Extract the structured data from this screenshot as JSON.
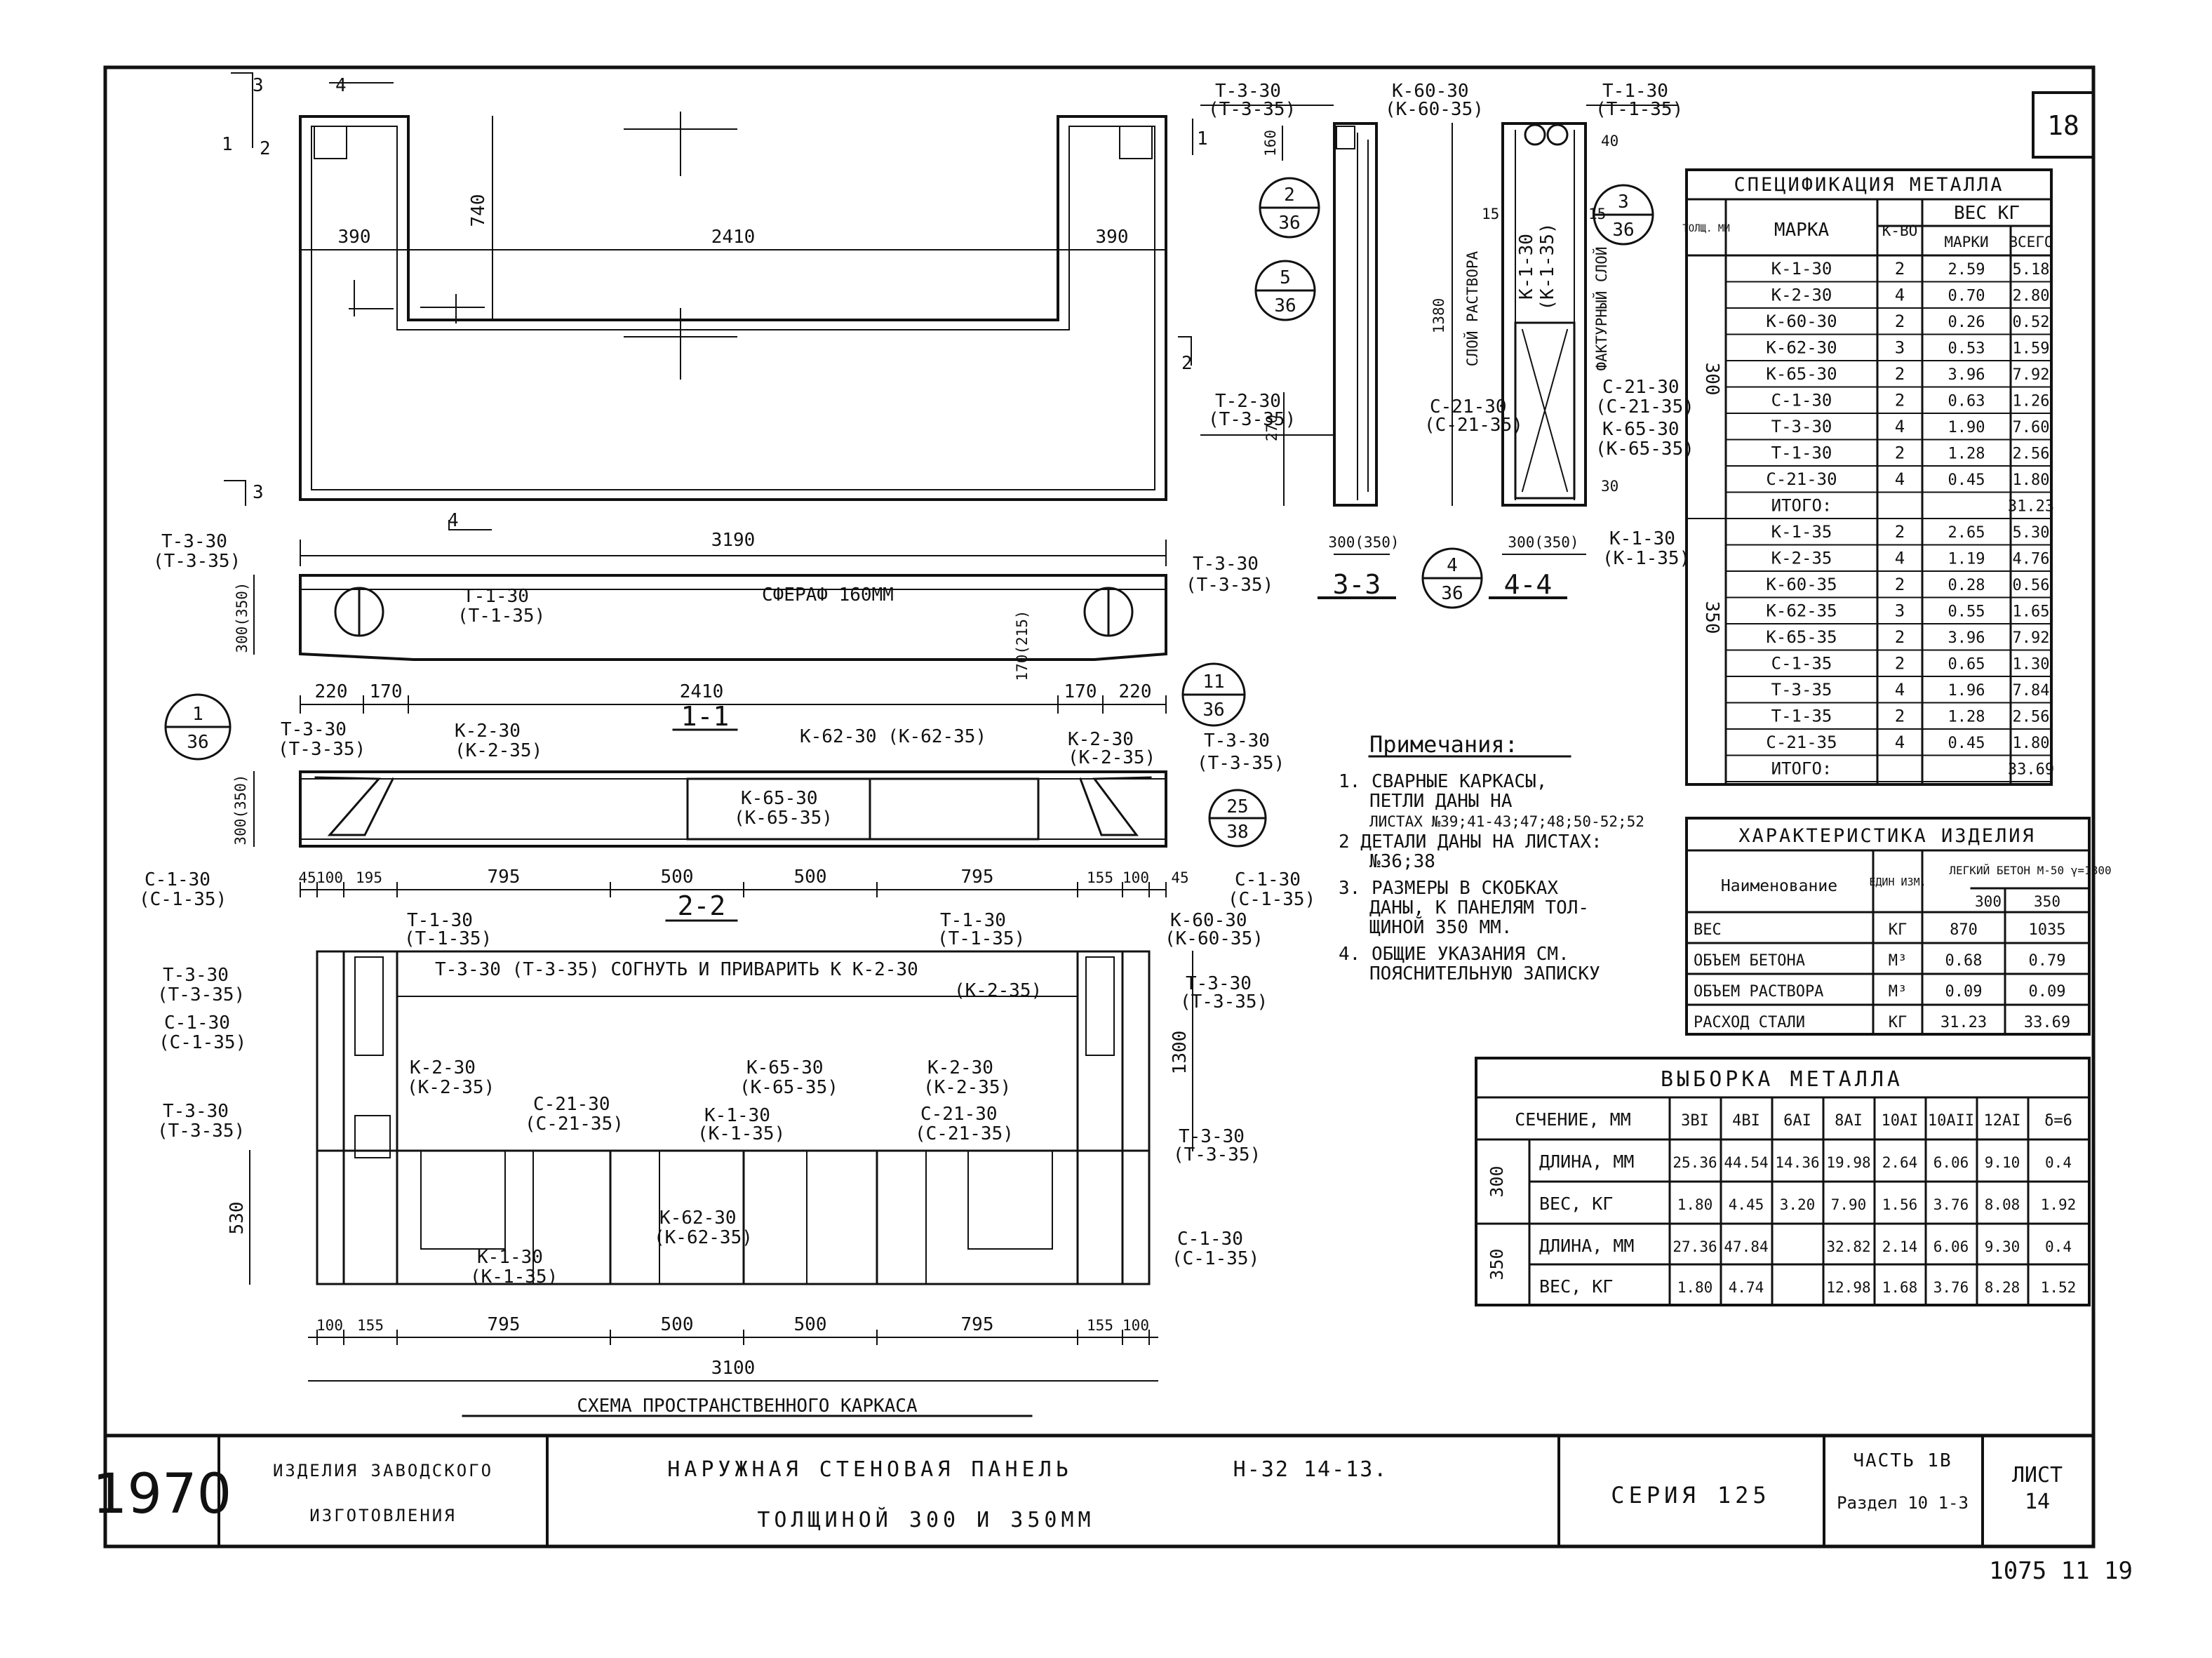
{
  "sheet": {
    "sheet_no": "18",
    "doc_code": "1075 11 19"
  },
  "title_block": {
    "year": "1970",
    "category_line1": "ИЗДЕЛИЯ ЗАВОДСКОГО",
    "category_line2": "ИЗГОТОВЛЕНИЯ",
    "title_line1": "НАРУЖНАЯ СТЕНОВАЯ ПАНЕЛЬ",
    "panel_code": "Н-32 14-13.",
    "title_line2": "ТОЛЩИНОЙ 300 И 350ММ",
    "series": "СЕРИЯ 125",
    "part": "ЧАСТЬ 1В",
    "section": "Раздел 10 1-3",
    "sheet_label": "ЛИСТ",
    "sheet_value": "14"
  },
  "elevation": {
    "dims": [
      "390",
      "2410",
      "390",
      "740",
      "3190"
    ],
    "markers": [
      "1",
      "2",
      "3",
      "4",
      "3",
      "2",
      "1",
      "4"
    ]
  },
  "plan_1_1": {
    "left_tag": "Т-3-30",
    "left_tag_alt": "(Т-3-35)",
    "right_tag": "Т-3-30",
    "right_tag_alt": "(Т-3-35)",
    "mid_tag": "Т-1-30",
    "mid_tag_alt": "(Т-1-35)",
    "sphere_note": "СФЕРАФ 160ММ",
    "height": "300(350)",
    "dims": [
      "220",
      "170",
      "2410",
      "170",
      "220"
    ],
    "section_label": "1-1",
    "callout_left_top": "1",
    "callout_left_bottom": "36",
    "callout_right_top": "11",
    "callout_right_bottom": "36",
    "side_dim": "170(215)"
  },
  "plan_2_2": {
    "tags": [
      "Т-3-30",
      "(Т-3-35)",
      "К-2-30",
      "(К-2-35)",
      "К-62-30 (К-62-35)",
      "К-65-30",
      "(К-65-35)",
      "К-2-30",
      "(К-2-35)",
      "Т-3-30",
      "(Т-3-35)",
      "С-1-30",
      "(С-1-35)",
      "С-1-30",
      "(С-1-35)"
    ],
    "height": "300(350)",
    "dims": [
      "45",
      "100",
      "195",
      "795",
      "500",
      "500",
      "795",
      "155",
      "100",
      "45"
    ],
    "section_label": "2-2",
    "callout_top": "25",
    "callout_bottom": "38"
  },
  "section_3_3": {
    "tags": [
      "Т-3-30",
      "(Т-3-35)",
      "К-60-30",
      "(К-60-35)",
      "Т-2-30",
      "(Т-3-35)"
    ],
    "dim_160": "160",
    "dim_270": "270",
    "width": "300(350)",
    "section_label": "3-3",
    "callout_a_top": "2",
    "callout_a_bottom": "36",
    "callout_b_top": "5",
    "callout_b_bottom": "36"
  },
  "section_4_4": {
    "tags": [
      "Т-1-30",
      "(Т-1-35)",
      "К-1-30",
      "(К-1-35)",
      "С-21-30",
      "(С-21-35)",
      "С-21-30",
      "(С-21-35)",
      "К-65-30",
      "(К-65-35)",
      "К-1-30",
      "(К-1-35)"
    ],
    "mortar_layer": "СЛОЙ РАСТВОРА",
    "texture_layer": "ФАКТУРНЫЙ СЛОЙ",
    "dim_1380": "1380",
    "dim_15a": "15",
    "dim_15b": "15",
    "dim_40": "40",
    "dim_30": "30",
    "width": "300(350)",
    "section_label": "4-4",
    "callout_a_top": "3",
    "callout_a_bottom": "36",
    "callout_b_top": "4",
    "callout_b_bottom": "36"
  },
  "cage": {
    "title": "СХЕМА ПРОСТРАНСТВЕННОГО КАРКАСА",
    "bend_note": "Т-3-30 (Т-3-35) СОГНУТЬ И ПРИВАРИТЬ К К-2-30",
    "bend_note_alt": "(К-2-35)",
    "tags": [
      "Т-1-30",
      "(Т-1-35)",
      "Т-1-30",
      "(Т-1-35)",
      "К-60-30",
      "(К-60-35)",
      "Т-3-30",
      "(Т-3-35)",
      "Т-3-30",
      "(Т-3-35)",
      "С-1-30",
      "(С-1-35)",
      "К-2-30",
      "(К-2-35)",
      "С-21-30",
      "(С-21-35)",
      "К-65-30",
      "(К-65-35)",
      "К-2-30",
      "(К-2-35)",
      "К-1-30",
      "(К-1-35)",
      "С-21-30",
      "(С-21-35)",
      "Т-3-30",
      "(Т-3-35)",
      "Т-3-30",
      "(Т-3-35)",
      "К-62-30",
      "(К-62-35)",
      "К-1-30",
      "(К-1-35)",
      "С-1-30",
      "(С-1-35)"
    ],
    "dims": [
      "100",
      "155",
      "795",
      "500",
      "500",
      "795",
      "155",
      "100",
      "3100",
      "1300",
      "530"
    ]
  },
  "notes": {
    "heading": "Примечания:",
    "lines": [
      "1. СВАРНЫЕ КАРКАСЫ,",
      "ПЕТЛИ ДАНЫ НА",
      "ЛИСТАХ №39;41-43;47;48;50-52;52",
      "2 ДЕТАЛИ ДАНЫ НА ЛИСТАХ:",
      "№36;38",
      "3. РАЗМЕРЫ В СКОБКАХ",
      "ДАНЫ, К ПАНЕЛЯМ ТОЛ-",
      "ЩИНОЙ 350 ММ.",
      "4. ОБЩИЕ УКАЗАНИЯ СМ.",
      "ПОЯСНИТЕЛЬНУЮ ЗАПИСКУ"
    ]
  },
  "spec_table": {
    "title": "СПЕЦИФИКАЦИЯ МЕТАЛЛА",
    "hdr_thick": "ТОЛЩ. ММ",
    "hdr_mark": "МАРКА",
    "hdr_qty": "К-ВО",
    "hdr_weight": "ВЕС КГ",
    "hdr_per": "МАРКИ",
    "hdr_total": "ВСЕГО",
    "groups": [
      {
        "thickness": "300",
        "rows": [
          [
            "К-1-30",
            "2",
            "2.59",
            "5.18"
          ],
          [
            "К-2-30",
            "4",
            "0.70",
            "2.80"
          ],
          [
            "К-60-30",
            "2",
            "0.26",
            "0.52"
          ],
          [
            "К-62-30",
            "3",
            "0.53",
            "1.59"
          ],
          [
            "К-65-30",
            "2",
            "3.96",
            "7.92"
          ],
          [
            "С-1-30",
            "2",
            "0.63",
            "1.26"
          ],
          [
            "Т-3-30",
            "4",
            "1.90",
            "7.60"
          ],
          [
            "Т-1-30",
            "2",
            "1.28",
            "2.56"
          ],
          [
            "С-21-30",
            "4",
            "0.45",
            "1.80"
          ]
        ],
        "total_label": "ИТОГО:",
        "total": "31.23"
      },
      {
        "thickness": "350",
        "rows": [
          [
            "К-1-35",
            "2",
            "2.65",
            "5.30"
          ],
          [
            "К-2-35",
            "4",
            "1.19",
            "4.76"
          ],
          [
            "К-60-35",
            "2",
            "0.28",
            "0.56"
          ],
          [
            "К-62-35",
            "3",
            "0.55",
            "1.65"
          ],
          [
            "К-65-35",
            "2",
            "3.96",
            "7.92"
          ],
          [
            "С-1-35",
            "2",
            "0.65",
            "1.30"
          ],
          [
            "Т-3-35",
            "4",
            "1.96",
            "7.84"
          ],
          [
            "Т-1-35",
            "2",
            "1.28",
            "2.56"
          ],
          [
            "С-21-35",
            "4",
            "0.45",
            "1.80"
          ]
        ],
        "total_label": "ИТОГО:",
        "total": "33.69"
      }
    ]
  },
  "char_table": {
    "title": "ХАРАКТЕРИСТИКА ИЗДЕЛИЯ",
    "hdr_name": "Наименование",
    "hdr_unit": "ЕДИН ИЗМ.",
    "hdr_concrete": "ЛЕГКИЙ БЕТОН М-50 γ=1800",
    "hdr_300": "300",
    "hdr_350": "350",
    "rows": [
      [
        "ВЕС",
        "КГ",
        "870",
        "1035"
      ],
      [
        "ОБЪЕМ БЕТОНА",
        "М³",
        "0.68",
        "0.79"
      ],
      [
        "ОБЪЕМ РАСТВОРА",
        "М³",
        "0.09",
        "0.09"
      ],
      [
        "РАСХОД СТАЛИ",
        "КГ",
        "31.23",
        "33.69"
      ]
    ]
  },
  "metal_table": {
    "title": "ВЫБОРКА МЕТАЛЛА",
    "hdr_section": "СЕЧЕНИЕ, ММ",
    "columns": [
      "3ВI",
      "4ВI",
      "6АI",
      "8АI",
      "10АI",
      "10АII",
      "12АI",
      "δ=6"
    ],
    "groups": [
      {
        "thickness": "300",
        "rows": [
          {
            "label": "ДЛИНА, ММ",
            "values": [
              "25.36",
              "44.54",
              "14.36",
              "19.98",
              "2.64",
              "6.06",
              "9.10",
              "0.4"
            ]
          },
          {
            "label": "ВЕС, КГ",
            "values": [
              "1.80",
              "4.45",
              "3.20",
              "7.90",
              "1.56",
              "3.76",
              "8.08",
              "1.92"
            ]
          }
        ]
      },
      {
        "thickness": "350",
        "rows": [
          {
            "label": "ДЛИНА, ММ",
            "values": [
              "27.36",
              "47.84",
              "",
              "32.82",
              "2.14",
              "6.06",
              "9.30",
              "0.4"
            ]
          },
          {
            "label": "ВЕС, КГ",
            "values": [
              "1.80",
              "4.74",
              "",
              "12.98",
              "1.68",
              "3.76",
              "8.28",
              "1.52"
            ]
          }
        ]
      }
    ]
  }
}
